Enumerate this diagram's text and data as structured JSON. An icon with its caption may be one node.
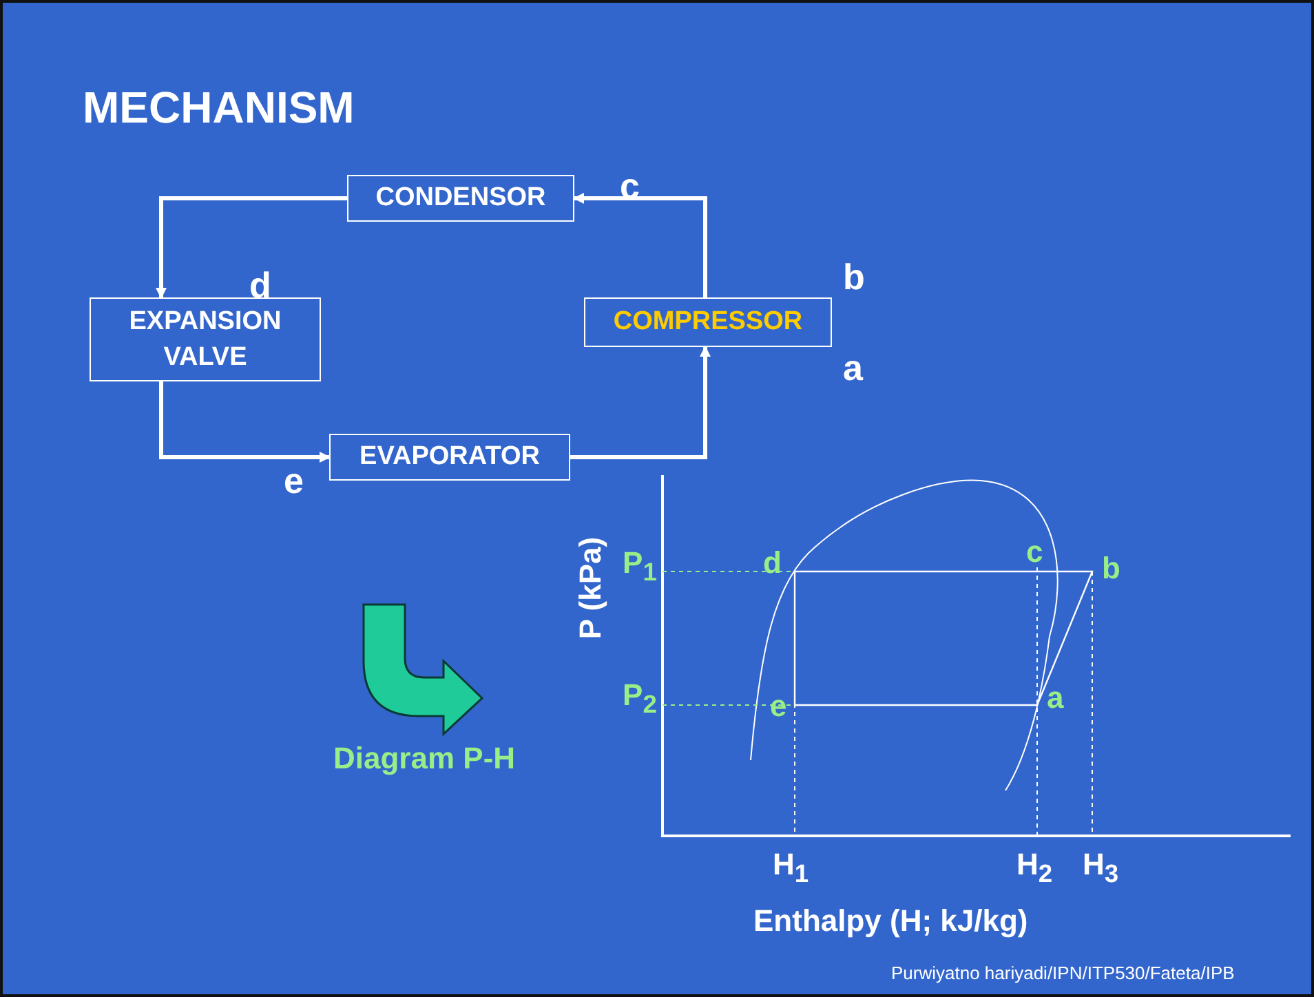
{
  "diagram": {
    "title": "MECHANISM",
    "nodes": [
      {
        "text": [
          "CONDENSOR"
        ]
      },
      {
        "text": [
          "EXPANSION VALVE"
        ]
      },
      {
        "text": [
          "EVAPORATOR"
        ]
      },
      {
        "text": [
          "COMPRESSOR"
        ]
      }
    ],
    "edges": [
      {
        "from": 0,
        "to": 1,
        "arrow": "to"
      },
      {
        "from": 1,
        "to": 2,
        "arrow": "to"
      },
      {
        "from": 2,
        "to": 3,
        "arrow": "to"
      },
      {
        "from": 3,
        "to": 0,
        "arrow": "to"
      }
    ],
    "labels": [
      "c",
      "d",
      "b",
      "a",
      "e",
      "Diagram P-H",
      "P (kPa)",
      "P$_{1}$",
      "d",
      "c",
      "b",
      "P$_{2}$",
      "e",
      "a",
      "H$_{1}$",
      "H$_{2}$",
      "H$_{3}$",
      "Enthalpy (H; kJ/kg)",
      "Purwiyatno hariyadi/IPN/ITP530/Fateta/IPB"
    ]
  }
}
